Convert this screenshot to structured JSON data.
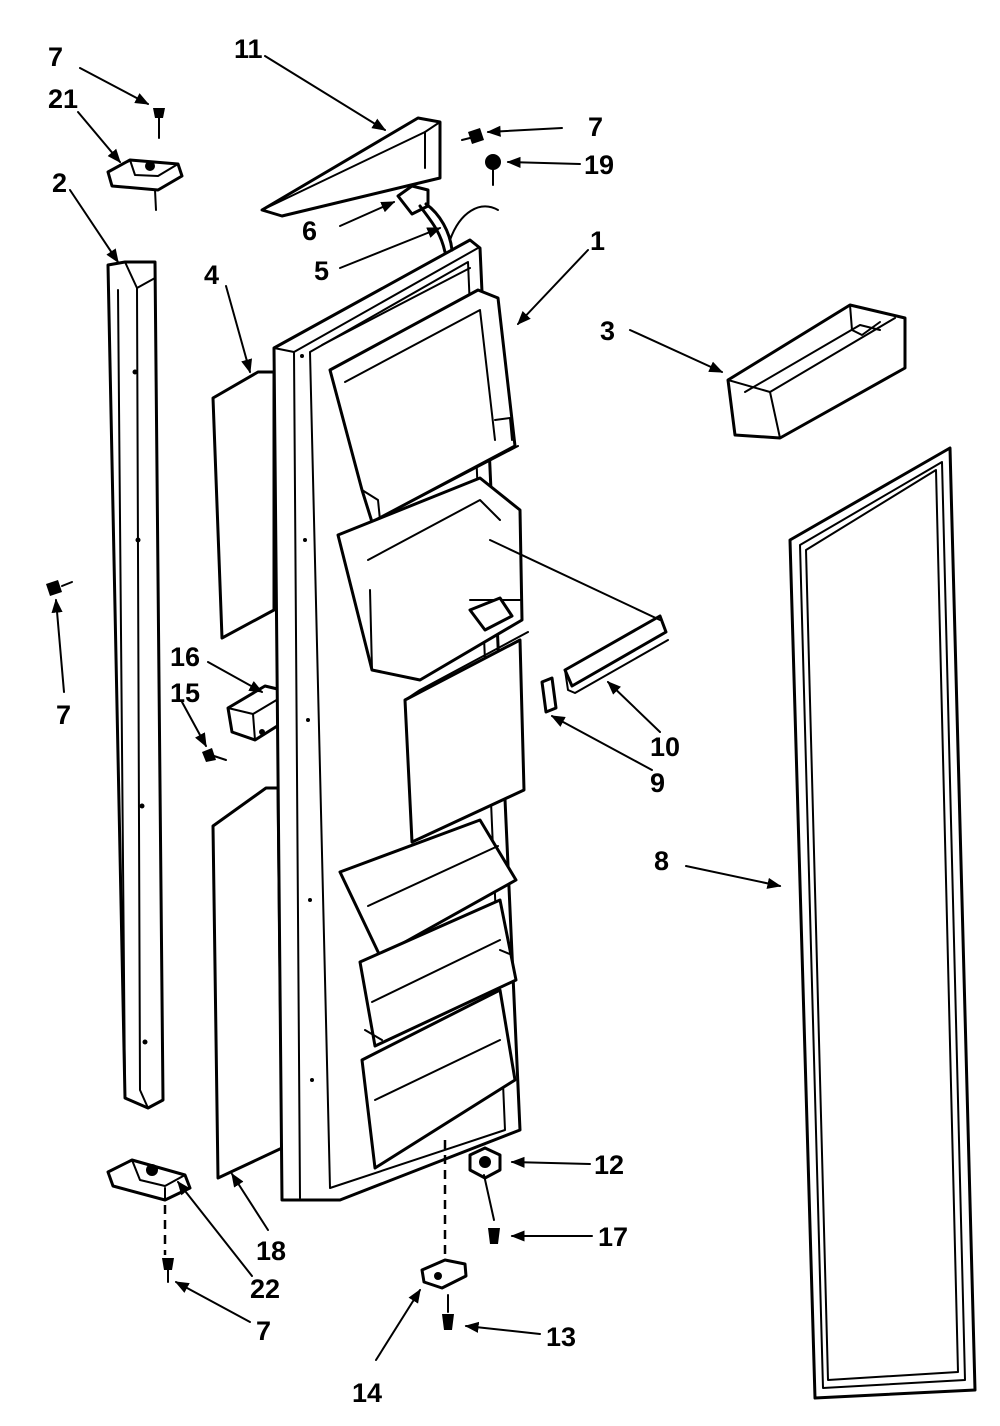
{
  "callouts": [
    {
      "id": "c7a",
      "text": "7"
    },
    {
      "id": "c21",
      "text": "21"
    },
    {
      "id": "c11",
      "text": "11"
    },
    {
      "id": "c7b",
      "text": "7"
    },
    {
      "id": "c19",
      "text": "19"
    },
    {
      "id": "c2",
      "text": "2"
    },
    {
      "id": "c6",
      "text": "6"
    },
    {
      "id": "c5",
      "text": "5"
    },
    {
      "id": "c1",
      "text": "1"
    },
    {
      "id": "c4",
      "text": "4"
    },
    {
      "id": "c3",
      "text": "3"
    },
    {
      "id": "c7c",
      "text": "7"
    },
    {
      "id": "c16",
      "text": "16"
    },
    {
      "id": "c15",
      "text": "15"
    },
    {
      "id": "c10",
      "text": "10"
    },
    {
      "id": "c9",
      "text": "9"
    },
    {
      "id": "c8",
      "text": "8"
    },
    {
      "id": "c12",
      "text": "12"
    },
    {
      "id": "c17",
      "text": "17"
    },
    {
      "id": "c18",
      "text": "18"
    },
    {
      "id": "c22",
      "text": "22"
    },
    {
      "id": "c7d",
      "text": "7"
    },
    {
      "id": "c13",
      "text": "13"
    },
    {
      "id": "c14",
      "text": "14"
    }
  ]
}
